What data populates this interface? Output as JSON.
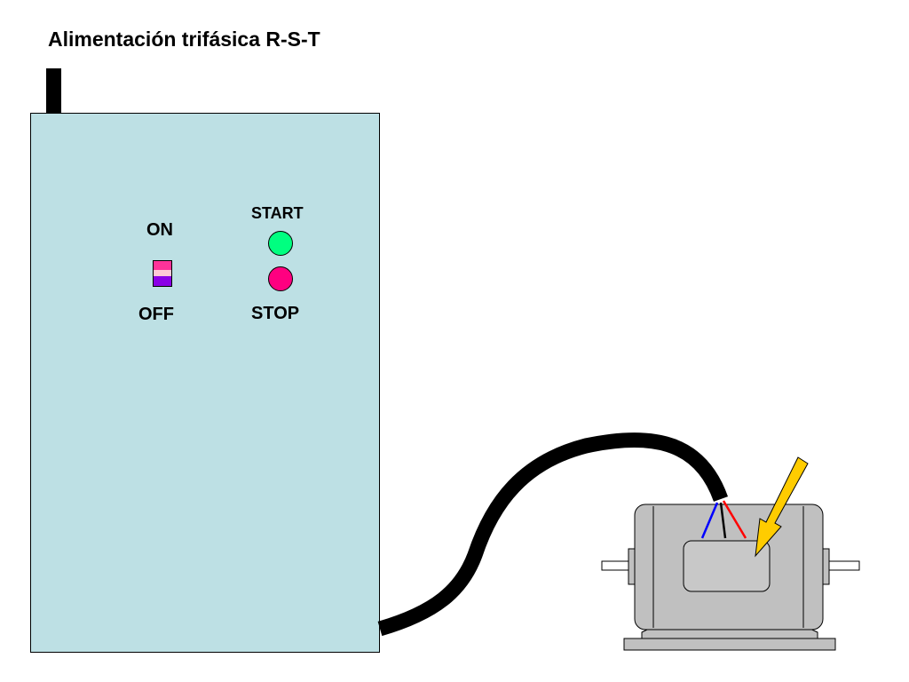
{
  "title": "Alimentación trifásica R-S-T",
  "panel": {
    "on_label": "ON",
    "off_label": "OFF",
    "start_label": "START",
    "stop_label": "STOP"
  },
  "colors": {
    "panel_fill": "#bde0e4",
    "start_button": "#00ff80",
    "stop_button": "#ff0080",
    "switch_top": "#ff3399",
    "switch_bottom": "#8a00e6",
    "motor_body": "#c0c0c0",
    "wire_blue": "#0000ff",
    "wire_red": "#ff0000",
    "arrow": "#ffcc00"
  }
}
